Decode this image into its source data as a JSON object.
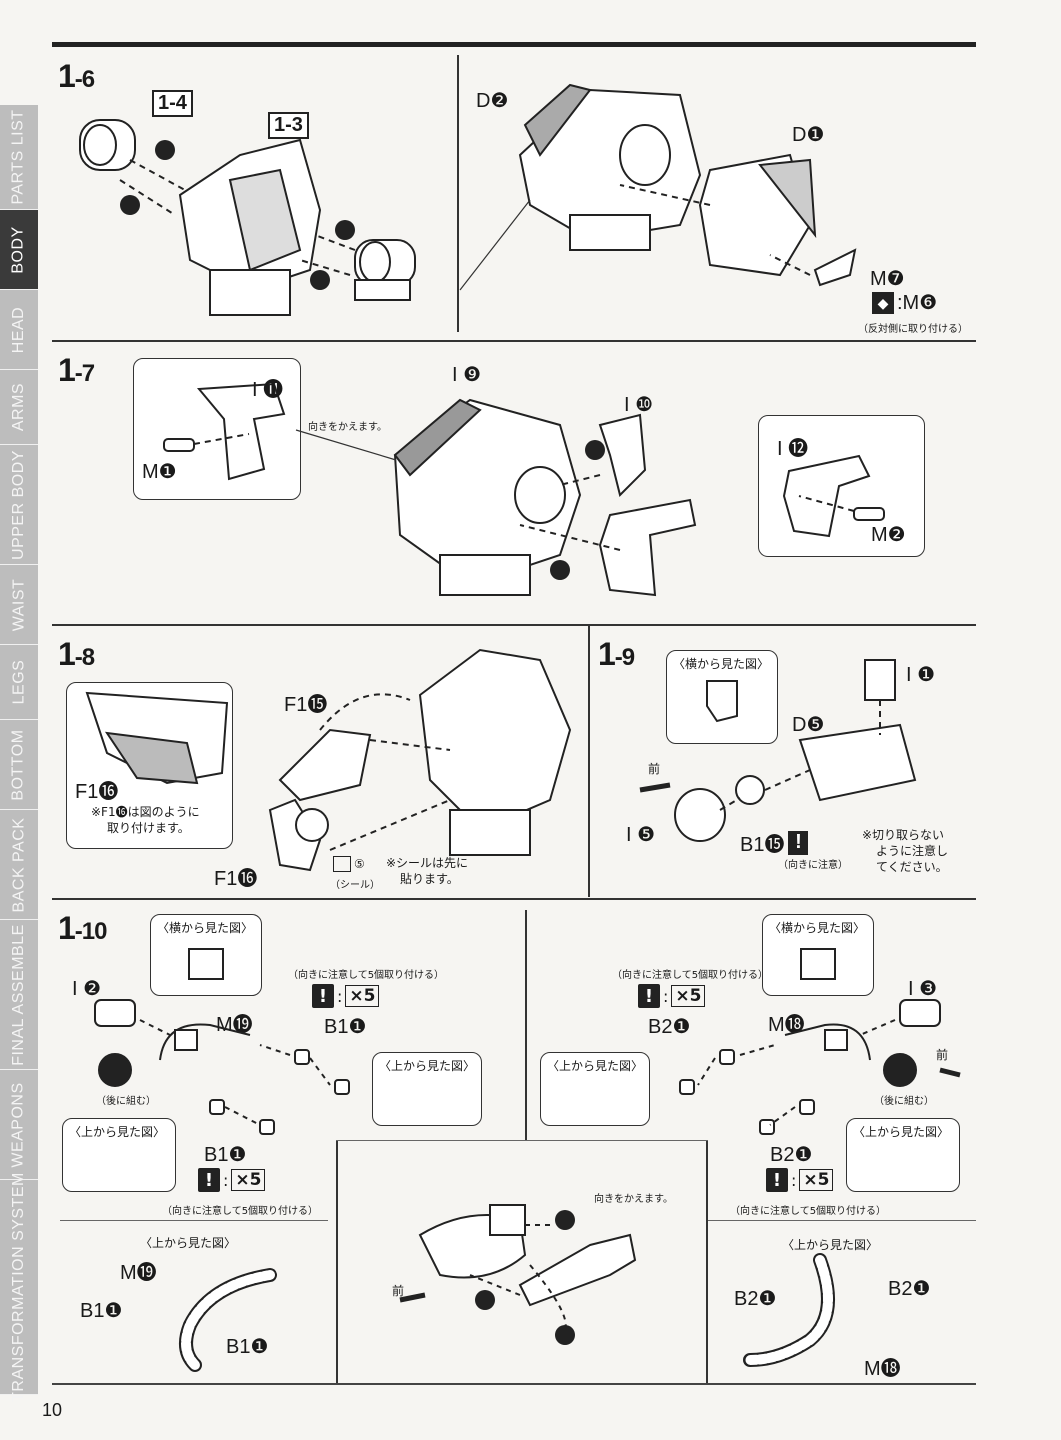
{
  "page_number": "10",
  "side_tabs": [
    "PARTS LIST",
    "BODY",
    "HEAD",
    "ARMS",
    "UPPER BODY",
    "WAIST",
    "LEGS",
    "BOTTOM",
    "BACK PACK",
    "FINAL ASSEMBLE",
    "WEAPONS",
    "TRANSFORMATION SYSTEM"
  ],
  "active_tab": "BODY",
  "steps": {
    "s1_6": {
      "num": "1",
      "sub": "-6",
      "ref_a": "1-4",
      "ref_b": "1-3",
      "d2": "D❷",
      "d1": "D❶",
      "m7": "M❼",
      "m6": ":M❻",
      "note_m6": "（反対側に取り付ける）"
    },
    "s1_7": {
      "num": "1",
      "sub": "-7",
      "i11": "I ⓫",
      "m1": "M❶",
      "i9": "I ❾",
      "i10": "I ❿",
      "i12": "I ⓬",
      "m2": "M❷",
      "turn_note": "向きをかえます。"
    },
    "s1_8": {
      "num": "1",
      "sub": "-8",
      "f15": "F1⓯",
      "f16a": "F1⓰",
      "f16b": "F1⓰",
      "note1": "※F1⓰は図のように",
      "note2": "取り付けます。",
      "seal_num": "⑤",
      "seal_label": "（シール）",
      "seal_note1": "※シールは先に",
      "seal_note2": "貼ります。"
    },
    "s1_9": {
      "num": "1",
      "sub": "-9",
      "side_view": "〈横から見た図〉",
      "i1": "I ❶",
      "d5": "D❺",
      "front": "前",
      "i5": "I ❺",
      "b15": "B1⓯",
      "caution": "（向きに注意）",
      "cut1": "※切り取らない",
      "cut2": "ように注意し",
      "cut3": "てください。"
    },
    "s1_10": {
      "num": "1",
      "sub": "-10",
      "side_view": "〈横から見た図〉",
      "top_view": "〈上から見た図〉",
      "i2": "I ❷",
      "i3": "I ❸",
      "m19": "M⓳",
      "m18": "M⓲",
      "b1": "B1❶",
      "b2": "B2❶",
      "mult": "×5",
      "attach5": "（向きに注意して5個取り付ける）",
      "back": "（後に組む）",
      "front": "前",
      "turn_note": "向きをかえます。"
    }
  }
}
